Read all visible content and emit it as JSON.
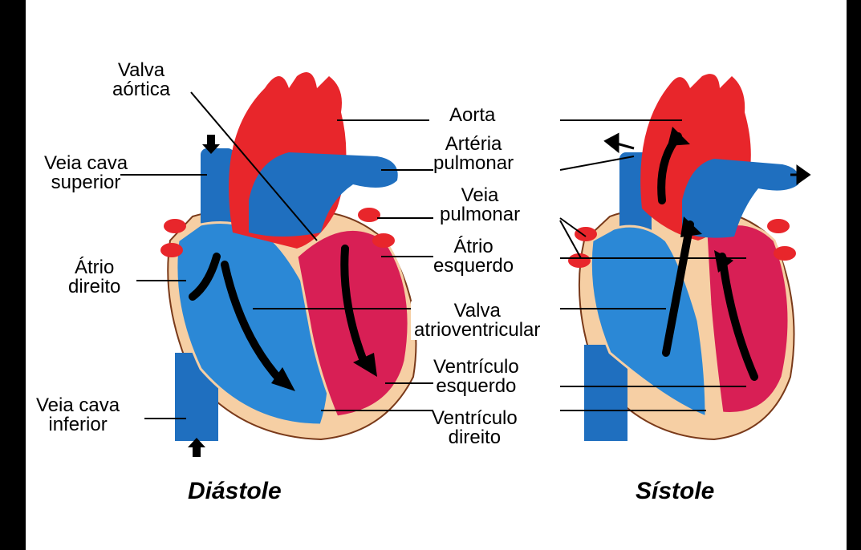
{
  "diagram": {
    "labels": {
      "valva_aortica": [
        "Valva",
        "aórtica"
      ],
      "veia_cava_superior": [
        "Veia cava",
        "superior"
      ],
      "atrio_direito": [
        "Átrio",
        "direito"
      ],
      "veia_cava_inferior": [
        "Veia cava",
        "inferior"
      ],
      "aorta": "Aorta",
      "arteria_pulmonar": [
        "Artéria",
        "pulmonar"
      ],
      "veia_pulmonar": [
        "Veia",
        "pulmonar"
      ],
      "atrio_esquerdo": [
        "Átrio",
        "esquerdo"
      ],
      "valva_atrioventricular": [
        "Valva",
        "atrioventricular"
      ],
      "ventriculo_esquerdo": [
        "Ventrículo",
        "esquerdo"
      ],
      "ventriculo_direito": [
        "Ventrículo",
        "direito"
      ]
    },
    "captions": {
      "left": "Diástole",
      "right": "Sístole"
    },
    "colors": {
      "oxygenated": "#e8262b",
      "deoxygenated": "#1f6fbf",
      "myocardium_left": "#d81f55",
      "myocardium_right": "#2b88d6",
      "pericardium": "#f6cfa4",
      "arrow": "#000000",
      "frame": "#000000",
      "background": "#ffffff"
    }
  }
}
